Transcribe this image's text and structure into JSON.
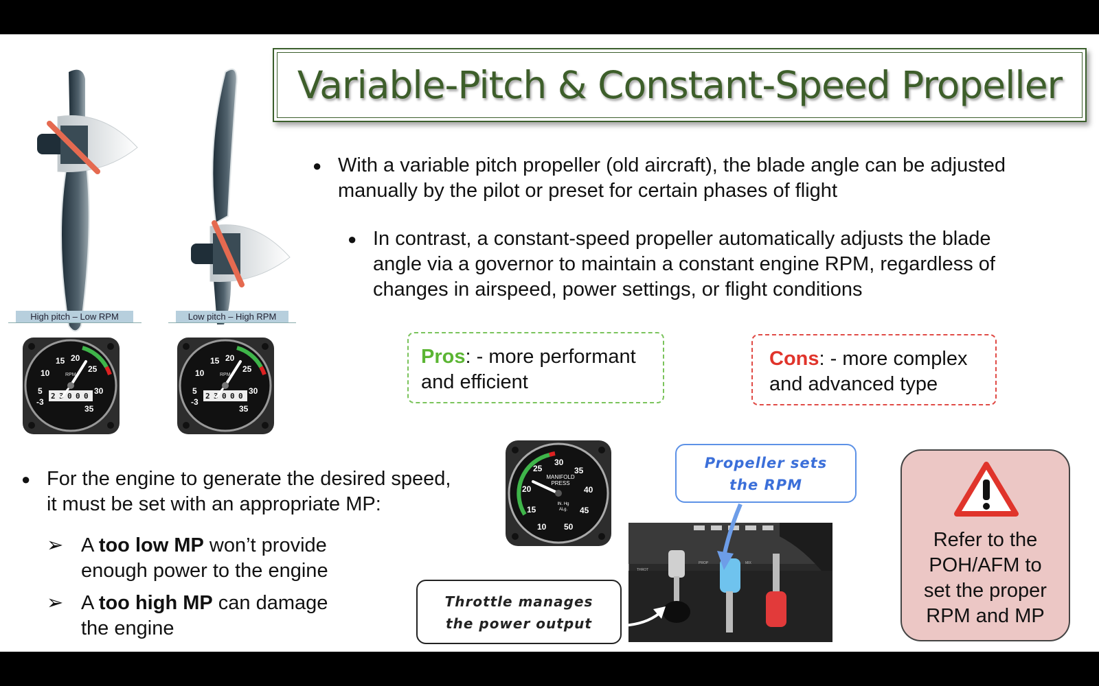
{
  "title": "Variable-Pitch & Constant-Speed Propeller",
  "bullets": {
    "b1_l1": "With a variable pitch propeller (old aircraft), the blade angle can be adjusted",
    "b1_l2": "manually by the pilot or preset for certain phases of flight",
    "b2_l1": "In contrast, a constant-speed propeller automatically adjusts the blade",
    "b2_l2": "angle via a governor to maintain a constant engine RPM, regardless of",
    "b2_l3": "changes in airspeed, power settings, or flight conditions",
    "b3_l1": "For the engine to generate the desired speed,",
    "b3_l2": "it must be set with an appropriate MP:"
  },
  "pros": {
    "keyword": "Pros",
    "l1": ": - more performant",
    "l2": "and efficient"
  },
  "cons": {
    "keyword": "Cons",
    "l1": ": - more complex",
    "l2": "and advanced type"
  },
  "mp_items": {
    "i1_pre": "A ",
    "i1_bold": "too low MP",
    "i1_post": " won’t provide",
    "i1_l2": "enough power to the engine",
    "i2_pre": "A ",
    "i2_bold": "too high MP",
    "i2_post": " can damage",
    "i2_l2": "the engine"
  },
  "propellers": {
    "high_label": "High pitch – Low RPM",
    "low_label": "Low pitch – High RPM"
  },
  "tachometer": {
    "ticks": [
      "-3",
      "5",
      "10",
      "15",
      "20",
      "25",
      "30",
      "35"
    ],
    "label": "RPM",
    "counter": [
      "2",
      "3",
      "0",
      "0",
      "0"
    ]
  },
  "manifold_gauge": {
    "ticks": [
      "10",
      "15",
      "20",
      "25",
      "30",
      "35",
      "40",
      "45",
      "50"
    ],
    "label_l1": "MANIFOLD",
    "label_l2": "PRESS",
    "unit_l1": "IN. Hg",
    "unit_l2": "ALg."
  },
  "callouts": {
    "propeller_l1": "Propeller sets",
    "propeller_l2": "the RPM",
    "throttle_l1": "Throttle manages",
    "throttle_l2": "the power output"
  },
  "warning": {
    "l1": "Refer to the",
    "l2": "POH/AFM to",
    "l3": "set the proper",
    "l4": "RPM and MP"
  },
  "colors": {
    "title_green": "#3d5e2a",
    "pros_green": "#5bb533",
    "cons_red": "#e0342b",
    "callout_blue": "#3b6fd9",
    "warning_bg": "#ecc7c5"
  }
}
